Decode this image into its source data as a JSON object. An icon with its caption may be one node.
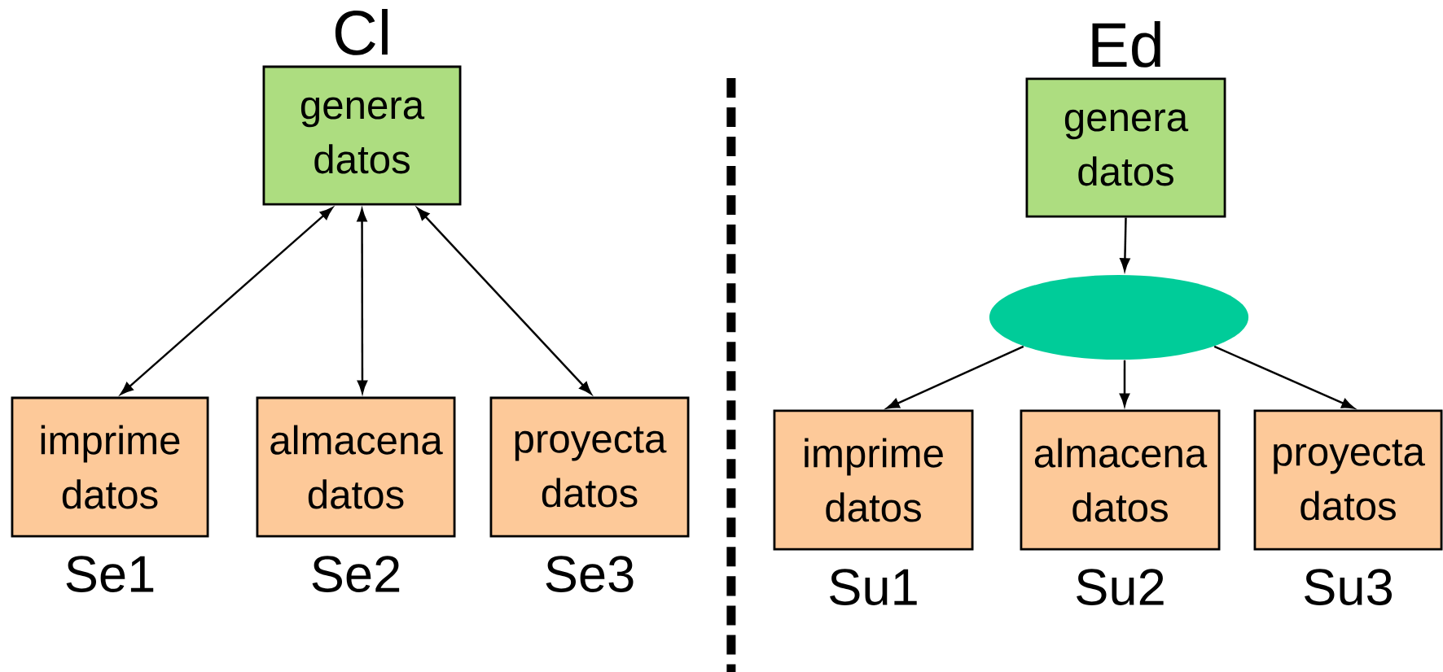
{
  "diagram": {
    "nodes": [
      {
        "text": [
          "genera datos"
        ],
        "beside": [
          "Cl"
        ]
      },
      {
        "text": [
          "imprime datos"
        ],
        "beside": [
          "Se1"
        ]
      },
      {
        "text": [
          "almacena datos"
        ],
        "beside": [
          "Se2"
        ]
      },
      {
        "text": [
          "proyecta datos"
        ],
        "beside": [
          "Se3"
        ]
      },
      {
        "text": [
          "genera datos"
        ],
        "beside": [
          "Ed"
        ]
      },
      {
        "text": [],
        "shape": "ellipse"
      },
      {
        "text": [
          "imprime datos"
        ],
        "beside": [
          "Su1"
        ]
      },
      {
        "text": [
          "almacena datos"
        ],
        "beside": [
          "Su2"
        ]
      },
      {
        "text": [
          "proyecta datos"
        ],
        "beside": [
          "Su3"
        ]
      }
    ],
    "edges": [
      {
        "from": 0,
        "to": 1,
        "arrow": "both"
      },
      {
        "from": 0,
        "to": 2,
        "arrow": "both"
      },
      {
        "from": 0,
        "to": 3,
        "arrow": "both"
      },
      {
        "from": 4,
        "to": 5,
        "arrow": "to"
      },
      {
        "from": 5,
        "to": 6,
        "arrow": "to"
      },
      {
        "from": 5,
        "to": 7,
        "arrow": "to"
      },
      {
        "from": 5,
        "to": 8,
        "arrow": "to"
      }
    ]
  }
}
